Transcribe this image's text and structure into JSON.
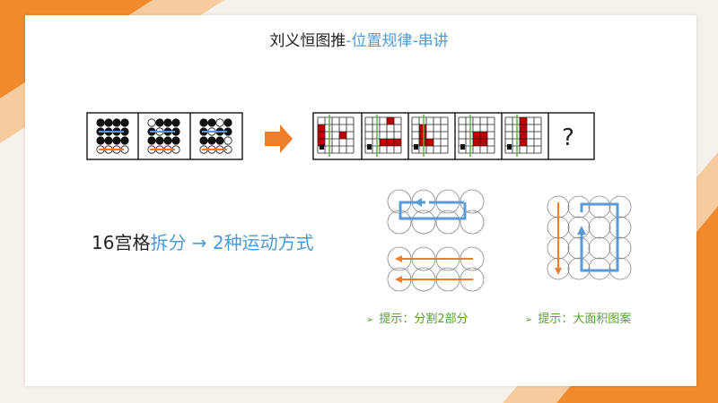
{
  "title": {
    "main": "刘义恒图推",
    "sub": "-位置规律-串讲"
  },
  "statement": {
    "prefix": "16宫格",
    "highlight": "拆分 → 2种运动方式"
  },
  "hints": [
    {
      "bullet": "➢",
      "text": "提示：分割2部分"
    },
    {
      "bullet": "➢",
      "text": "提示：大面积图案"
    }
  ],
  "question_mark": "?",
  "colors": {
    "accent_orange": "#ef7e2a",
    "accent_blue": "#5b9bd5",
    "hint_green": "#5aa02c",
    "grid_red": "#c00000",
    "grid_line_green": "#5bb040"
  }
}
